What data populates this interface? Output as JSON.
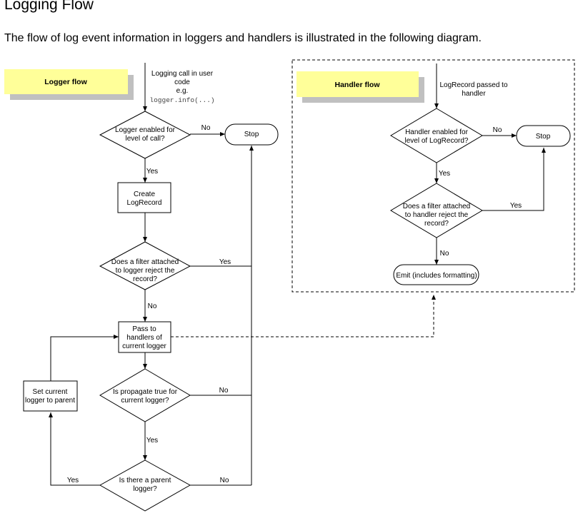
{
  "page": {
    "title": "Logging Flow",
    "intro": "The flow of log event information in loggers and handlers is illustrated in the following diagram."
  },
  "colors": {
    "note_fill": "#ffff99",
    "note_shadow": "#c0c0c0",
    "line": "#000000"
  },
  "logger_flow": {
    "title": "Logger flow",
    "entry": [
      "Logging call in user",
      "code",
      "e.g."
    ],
    "entry_code": "logger.info(...)",
    "decision_enabled": [
      "Logger enabled for",
      "level of call?"
    ],
    "stop": "Stop",
    "create_record": [
      "Create",
      "LogRecord"
    ],
    "decision_filter": [
      "Does a filter attached",
      "to logger reject the",
      "record?"
    ],
    "pass_handlers": [
      "Pass to",
      "handlers of",
      "current logger"
    ],
    "decision_propagate": [
      "Is propagate true for",
      "current logger?"
    ],
    "decision_parent": [
      "Is there a parent",
      "logger?"
    ],
    "set_parent": [
      "Set current",
      "logger to parent"
    ]
  },
  "handler_flow": {
    "title": "Handler flow",
    "entry": [
      "LogRecord passed to",
      "handler"
    ],
    "decision_enabled": [
      "Handler enabled for",
      "level of LogRecord?"
    ],
    "stop": "Stop",
    "decision_filter": [
      "Does a filter attached",
      "to handler reject the",
      "record?"
    ],
    "emit": "Emit (includes formatting)"
  },
  "edge_labels": {
    "yes": "Yes",
    "no": "No"
  }
}
